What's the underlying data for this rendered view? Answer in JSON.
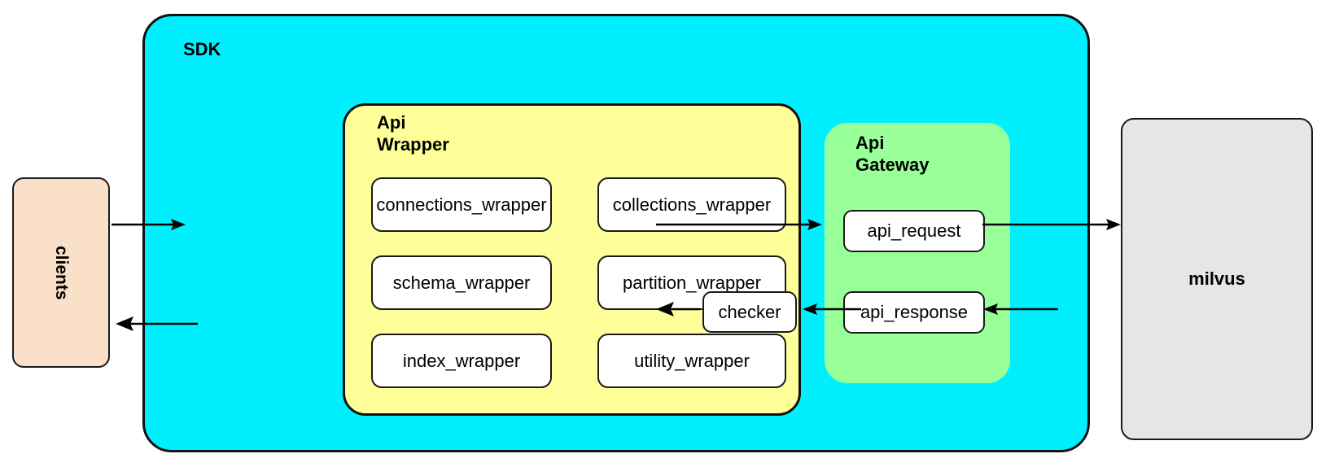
{
  "diagram": {
    "title_nodes": {
      "sdk": "SDK",
      "api_wrapper": "Api\nWrapper",
      "api_gateway": "Api\nGateway"
    },
    "clients": {
      "label": "clients",
      "color": "#fbe0c9"
    },
    "sdk": {
      "label": "SDK",
      "color": "#00efff"
    },
    "api_wrapper": {
      "label": "Api\nWrapper",
      "color": "#ffff99",
      "cells": [
        {
          "label": "connections_wrapper"
        },
        {
          "label": "collections_wrapper"
        },
        {
          "label": "schema_wrapper"
        },
        {
          "label": "partition_wrapper"
        },
        {
          "label": "index_wrapper"
        },
        {
          "label": "utility_wrapper"
        }
      ]
    },
    "api_gateway": {
      "label": "Api\nGateway",
      "color": "#99ff99",
      "cells": [
        {
          "label": "api_request"
        },
        {
          "label": "api_response"
        }
      ]
    },
    "checker": {
      "label": "checker",
      "color": "#ffffff"
    },
    "milvus": {
      "label": "milvus",
      "color": "#e6e6e6"
    },
    "edges": [
      {
        "name": "clients-to-api-wrapper",
        "direction": "right"
      },
      {
        "name": "api-wrapper-to-api-gateway",
        "direction": "right"
      },
      {
        "name": "api-request-to-milvus",
        "direction": "right"
      },
      {
        "name": "milvus-to-api-response",
        "direction": "left"
      },
      {
        "name": "api-response-to-checker",
        "direction": "left"
      },
      {
        "name": "checker-to-api-wrapper",
        "direction": "left"
      },
      {
        "name": "api-wrapper-to-clients",
        "direction": "left"
      }
    ]
  }
}
